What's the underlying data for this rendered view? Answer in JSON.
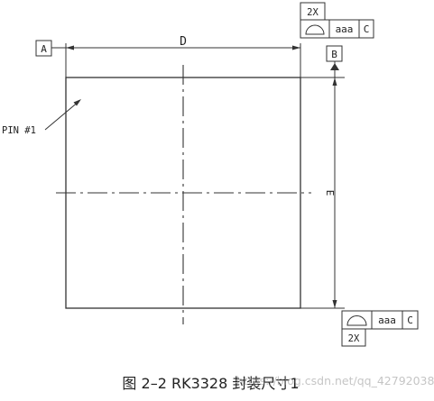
{
  "drawing": {
    "datum_a": "A",
    "datum_b": "B",
    "dim_d": "D",
    "dim_e": "E",
    "pin_label": "PIN #1",
    "top_frame": {
      "count": "2X",
      "tolerance": "aaa",
      "datum": "C"
    },
    "bottom_frame": {
      "count": "2X",
      "tolerance": "aaa",
      "datum": "C"
    }
  },
  "caption": "图 2–2 RK3328 封装尺寸1",
  "watermark": "https://blog.csdn.net/qq_42792038"
}
